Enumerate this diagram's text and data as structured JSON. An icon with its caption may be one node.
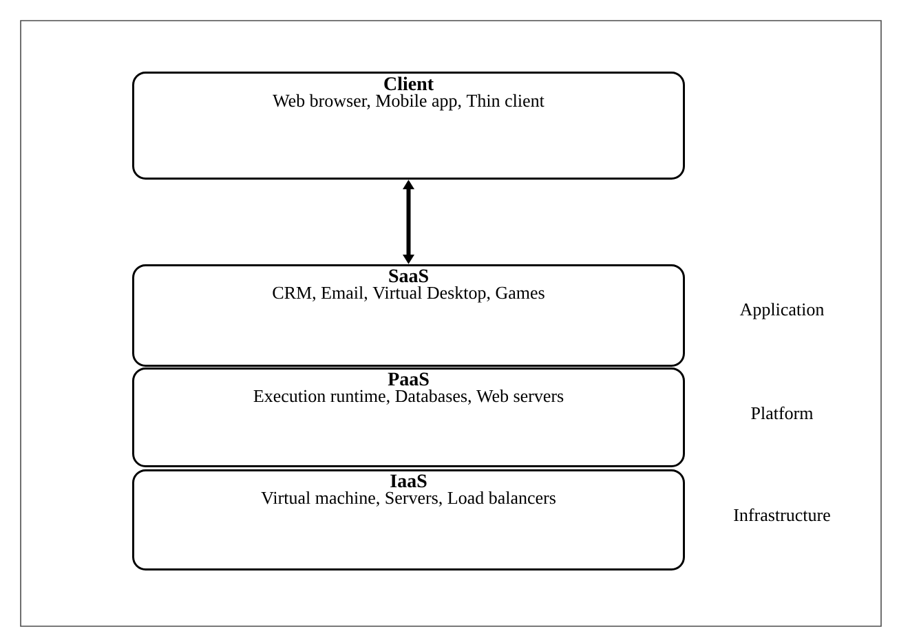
{
  "diagram": {
    "nodes": [
      {
        "text": [
          "Client",
          "Web browser, Mobile app, Thin client"
        ]
      },
      {
        "text": [
          "SaaS",
          "CRM, Email, Virtual Desktop, Games"
        ],
        "beside": [
          "Application"
        ]
      },
      {
        "text": [
          "PaaS",
          "Execution runtime, Databases, Web servers"
        ],
        "beside": [
          "Platform"
        ]
      },
      {
        "text": [
          "IaaS",
          "Virtual machine, Servers, Load balancers"
        ],
        "beside": [
          "Infrastructure"
        ]
      }
    ],
    "edges": [
      {
        "from": 0,
        "to": 1,
        "arrow": "both"
      }
    ]
  }
}
